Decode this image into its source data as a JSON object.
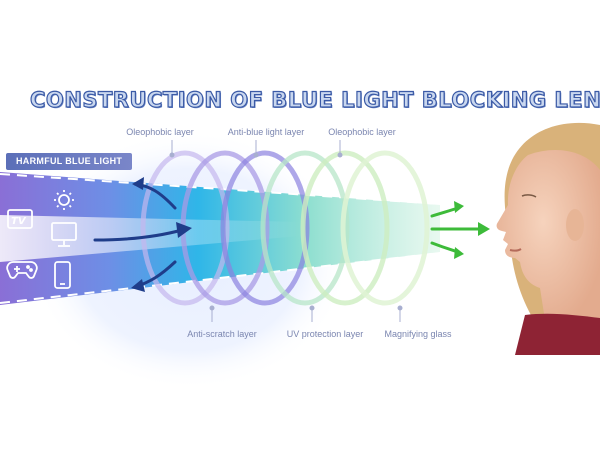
{
  "title": "CONSTRUCTION OF BLUE LIGHT BLOCKING LENS",
  "badge": "HARMFUL BLUE LIGHT",
  "labels_top": [
    "Oleophobic layer",
    "Anti-blue light layer",
    "Oleophobic layer"
  ],
  "labels_bottom": [
    "Anti-scratch layer",
    "UV protection layer",
    "Magnifying glass"
  ],
  "device_icons": [
    {
      "name": "tv-icon",
      "text": "TV"
    },
    {
      "name": "sun-icon"
    },
    {
      "name": "monitor-icon"
    },
    {
      "name": "gamepad-icon"
    },
    {
      "name": "phone-icon"
    }
  ],
  "colors": {
    "title_stroke": "#3b5aa6",
    "beam_start": "#8a6fd6",
    "beam_mid": "#2fb6e8",
    "beam_end": "#9be3b0",
    "arrow_green": "#3dbb3a",
    "arrow_blue": "#1f3d8a"
  }
}
